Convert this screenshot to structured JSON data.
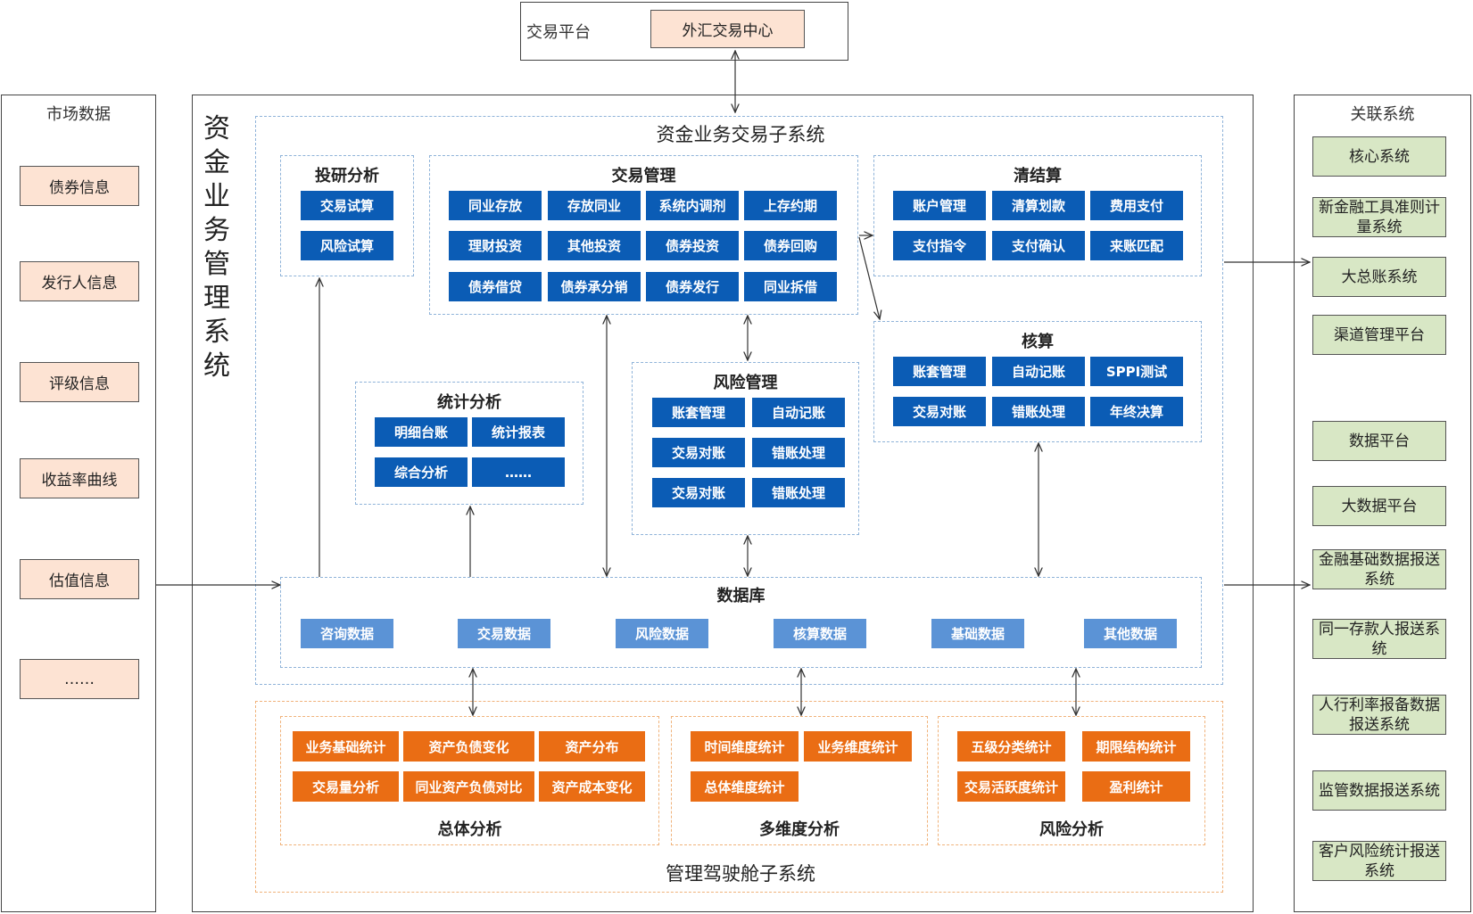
{
  "top": {
    "label": "交易平台",
    "box": "外汇交易中心"
  },
  "market": {
    "title": "市场数据",
    "items": [
      "债券信息",
      "发行人信息",
      "评级信息",
      "收益率曲线",
      "估值信息",
      "……"
    ]
  },
  "related": {
    "title": "关联系统",
    "items": [
      "核心系统",
      "新金融工具准则计量系统",
      "大总账系统",
      "渠道管理平台",
      "数据平台",
      "大数据平台",
      "金融基础数据报送系统",
      "同一存款人报送系统",
      "人行利率报备数据报送系统",
      "监管数据报送系统",
      "客户风险统计报送系统"
    ]
  },
  "main": {
    "vertical_title": "资金业务管理系统",
    "trade_subsystem": "资金业务交易子系统",
    "research": {
      "title": "投研分析",
      "items": [
        "交易试算",
        "风险试算"
      ]
    },
    "trading": {
      "title": "交易管理",
      "items": [
        "同业存放",
        "存放同业",
        "系统内调剂",
        "上存约期",
        "理财投资",
        "其他投资",
        "债券投资",
        "债券回购",
        "债券借贷",
        "债券承分销",
        "债券发行",
        "同业拆借"
      ]
    },
    "clearing": {
      "title": "清结算",
      "items": [
        "账户管理",
        "清算划款",
        "费用支付",
        "支付指令",
        "支付确认",
        "来账匹配"
      ]
    },
    "accounting": {
      "title": "核算",
      "items": [
        "账套管理",
        "自动记账",
        "SPPI测试",
        "交易对账",
        "错账处理",
        "年终决算"
      ]
    },
    "risk": {
      "title": "风险管理",
      "items": [
        "账套管理",
        "自动记账",
        "交易对账",
        "错账处理",
        "交易对账",
        "错账处理"
      ]
    },
    "stats": {
      "title": "统计分析",
      "items": [
        "明细台账",
        "统计报表",
        "综合分析",
        "……"
      ]
    },
    "database": {
      "title": "数据库",
      "items": [
        "咨询数据",
        "交易数据",
        "风险数据",
        "核算数据",
        "基础数据",
        "其他数据"
      ]
    }
  },
  "cockpit": {
    "title": "管理驾驶舱子系统",
    "overall": {
      "title": "总体分析",
      "items": [
        "业务基础统计",
        "资产负债变化",
        "资产分布",
        "交易量分析",
        "同业资产负债对比",
        "资产成本变化"
      ]
    },
    "multidim": {
      "title": "多维度分析",
      "items": [
        "时间维度统计",
        "业务维度统计",
        "总体维度统计"
      ]
    },
    "riskana": {
      "title": "风险分析",
      "items": [
        "五级分类统计",
        "期限结构统计",
        "交易活跃度统计",
        "盈利统计"
      ]
    }
  },
  "colors": {
    "primary_blue": "#0b5cb5",
    "light_blue": "#5b93d6",
    "orange": "#ea6d14",
    "peach": "#fde3d3",
    "green": "#d8e7c5"
  }
}
